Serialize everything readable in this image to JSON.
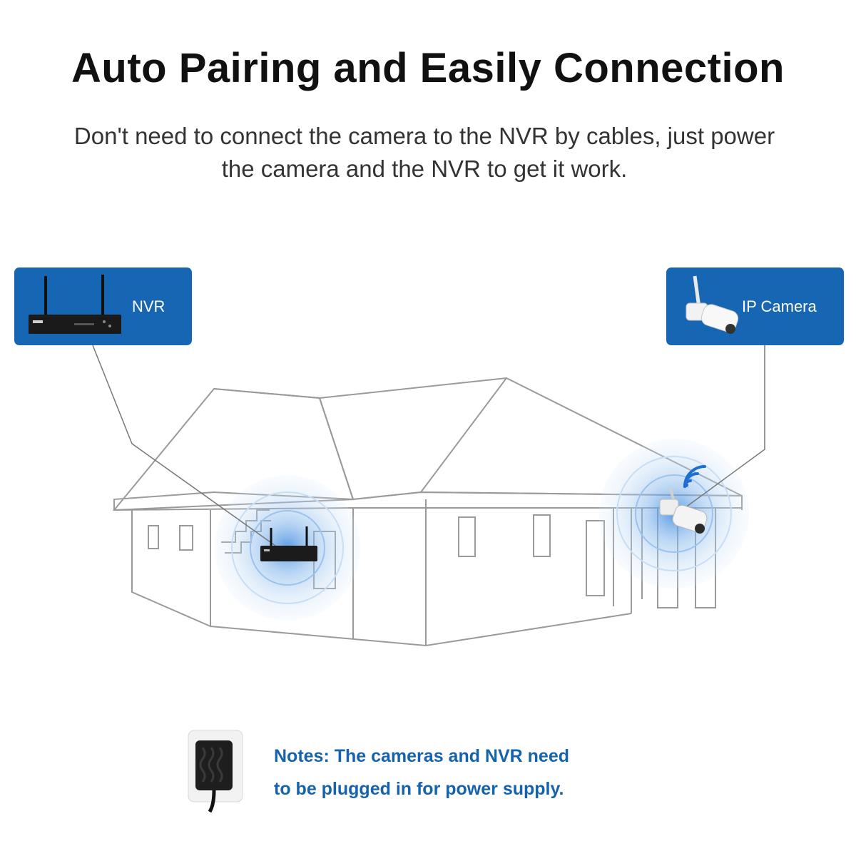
{
  "headline": "Auto Pairing and Easily Connection",
  "subtitle": "Don't need to connect the camera to the NVR by cables, just power the camera and the NVR to get it work.",
  "colors": {
    "accent_blue": "#1766b3",
    "note_blue": "#1563ae",
    "house_outline": "#9a9a9a",
    "signal_blue": "#5b9be0"
  },
  "devices": {
    "nvr": {
      "label": "NVR",
      "icon": "nvr-recorder-icon"
    },
    "camera": {
      "label": "IP Camera",
      "icon": "bullet-camera-icon"
    }
  },
  "note": {
    "line1": "Notes: The cameras and NVR need",
    "line2": "to be plugged in for power supply.",
    "icon": "power-adapter-icon"
  }
}
